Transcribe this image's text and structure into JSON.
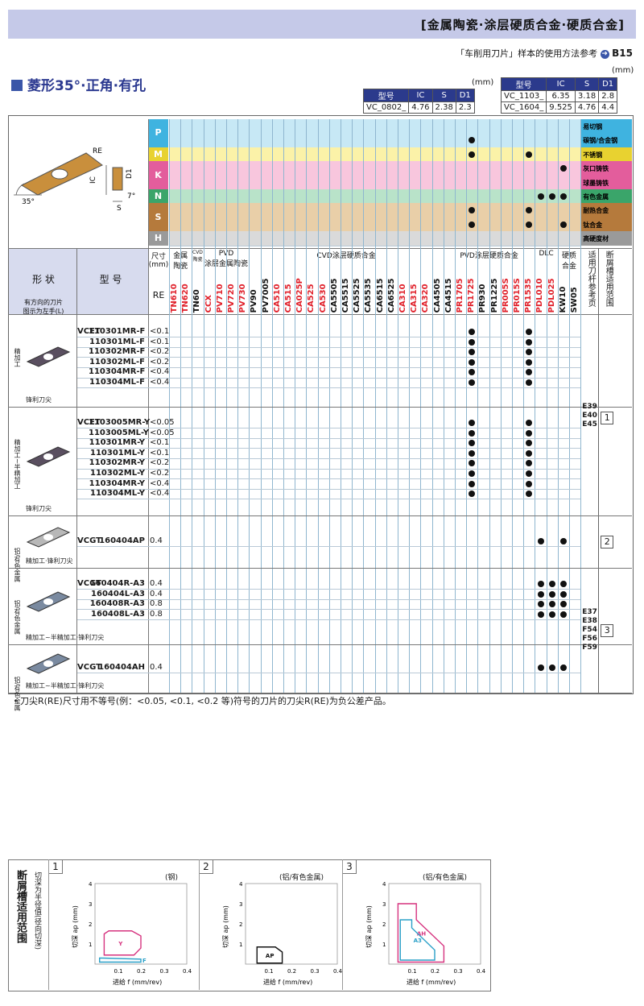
{
  "header": {
    "title": "[金属陶瓷·涂层硬质合金·硬质合金]",
    "ref_text": "「车削用刀片」样本的使用方法参考",
    "ref_page": "B15"
  },
  "section": {
    "title": "菱形35°·正角·有孔"
  },
  "dims": {
    "unit": "(mm)",
    "headers": [
      "型号",
      "IC",
      "S",
      "D1"
    ],
    "left": [
      [
        "VC_0802_",
        "4.76",
        "2.38",
        "2.3"
      ]
    ],
    "right": [
      [
        "VC_1103_",
        "6.35",
        "3.18",
        "2.8"
      ],
      [
        "VC_1604_",
        "9.525",
        "4.76",
        "4.4"
      ]
    ]
  },
  "diagram_labels": {
    "re": "RE",
    "ic": "IC",
    "d1": "D1",
    "s": "S",
    "angle": "35°",
    "clearance": "7°"
  },
  "workpieces": [
    {
      "letter": "P",
      "color": "#3fb3e0",
      "rows": [
        {
          "name": "易切钢",
          "bg": "#c7e8f5"
        },
        {
          "name": "碳钢/合金钢",
          "bg": "#c7e8f5"
        }
      ]
    },
    {
      "letter": "M",
      "color": "#e8d230",
      "rows": [
        {
          "name": "不锈钢",
          "bg": "#fbf2a8"
        }
      ]
    },
    {
      "letter": "K",
      "color": "#e35d9c",
      "rows": [
        {
          "name": "灰口铸铁",
          "bg": "#f8c6dd"
        },
        {
          "name": "球墨铸铁",
          "bg": "#f8c6dd"
        }
      ]
    },
    {
      "letter": "N",
      "color": "#3aa56a",
      "rows": [
        {
          "name": "有色金属",
          "bg": "#b9e3c9"
        }
      ]
    },
    {
      "letter": "S",
      "color": "#b57a3c",
      "rows": [
        {
          "name": "耐热合金",
          "bg": "#e9cfa8"
        },
        {
          "name": "钛合金",
          "bg": "#e9cfa8"
        }
      ]
    },
    {
      "letter": "H",
      "color": "#9a9a9a",
      "rows": [
        {
          "name": "高硬度材",
          "bg": "#dadada"
        }
      ]
    }
  ],
  "headers": {
    "shape": "形 状",
    "shape_sub": "有方向的刀片\n图示为左手(L)",
    "model": "型 号",
    "dim": "尺寸\n(mm)",
    "re": "RE",
    "groups": [
      {
        "label": "金属\n陶瓷",
        "span": 2
      },
      {
        "label": "CVD\n陶瓷",
        "span": 1
      },
      {
        "label": "PVD\n涂层金属陶瓷",
        "span": 4
      },
      {
        "label": "CVD涂层硬质合金",
        "span": 17
      },
      {
        "label": "PVD涂层硬质合金",
        "span": 8
      },
      {
        "label": "DLC",
        "span": 2
      },
      {
        "label": "硬质\n合金",
        "span": 2
      }
    ],
    "holder_ref": "适用刀杆参考页",
    "chipbreaker_range": "断屑槽适用范围"
  },
  "grades": [
    {
      "name": "TN610",
      "color": "#e0202a"
    },
    {
      "name": "TN620",
      "color": "#e0202a"
    },
    {
      "name": "TN60",
      "color": "#111111"
    },
    {
      "name": "CCX",
      "color": "#e0202a"
    },
    {
      "name": "PV710",
      "color": "#e0202a"
    },
    {
      "name": "PV720",
      "color": "#e0202a"
    },
    {
      "name": "PV730",
      "color": "#e0202a"
    },
    {
      "name": "PV90",
      "color": "#111111"
    },
    {
      "name": "PV7005",
      "color": "#111111"
    },
    {
      "name": "CA510",
      "color": "#e0202a"
    },
    {
      "name": "CA515",
      "color": "#e0202a"
    },
    {
      "name": "CA025P",
      "color": "#e0202a"
    },
    {
      "name": "CA525",
      "color": "#e0202a"
    },
    {
      "name": "CA530",
      "color": "#e0202a"
    },
    {
      "name": "CA5505",
      "color": "#111111"
    },
    {
      "name": "CA5515",
      "color": "#111111"
    },
    {
      "name": "CA5525",
      "color": "#111111"
    },
    {
      "name": "CA5535",
      "color": "#111111"
    },
    {
      "name": "CA6515",
      "color": "#111111"
    },
    {
      "name": "CA6525",
      "color": "#111111"
    },
    {
      "name": "CA310",
      "color": "#e0202a"
    },
    {
      "name": "CA315",
      "color": "#e0202a"
    },
    {
      "name": "CA320",
      "color": "#e0202a"
    },
    {
      "name": "CA4505",
      "color": "#111111"
    },
    {
      "name": "CA4515",
      "color": "#111111"
    },
    {
      "name": "PR1705",
      "color": "#e0202a"
    },
    {
      "name": "PR1725",
      "color": "#e0202a"
    },
    {
      "name": "PR930",
      "color": "#111111"
    },
    {
      "name": "PR1225",
      "color": "#111111"
    },
    {
      "name": "PR005S",
      "color": "#e0202a"
    },
    {
      "name": "PR015S",
      "color": "#e0202a"
    },
    {
      "name": "PR1535",
      "color": "#e0202a"
    },
    {
      "name": "PDL010",
      "color": "#e0202a"
    },
    {
      "name": "PDL025",
      "color": "#e0202a"
    },
    {
      "name": "KW10",
      "color": "#111111"
    },
    {
      "name": "SW05",
      "color": "#111111"
    }
  ],
  "groups_products": [
    {
      "category": "精加工",
      "caption": "锋利刀尖",
      "prefix": "VCET",
      "items": [
        {
          "model": "110301MR-F",
          "re": "<0.1"
        },
        {
          "model": "110301ML-F",
          "re": "<0.1"
        },
        {
          "model": "110302MR-F",
          "re": "<0.2"
        },
        {
          "model": "110302ML-F",
          "re": "<0.2"
        },
        {
          "model": "110304MR-F",
          "re": "<0.4"
        },
        {
          "model": "110304ML-F",
          "re": "<0.4"
        }
      ]
    },
    {
      "category": "精加工~半精加工",
      "caption": "锋利刀尖",
      "prefix": "VCET",
      "items": [
        {
          "model": "1103005MR-Y",
          "re": "<0.05"
        },
        {
          "model": "1103005ML-Y",
          "re": "<0.05"
        },
        {
          "model": "110301MR-Y",
          "re": "<0.1"
        },
        {
          "model": "110301ML-Y",
          "re": "<0.1"
        },
        {
          "model": "110302MR-Y",
          "re": "<0.2"
        },
        {
          "model": "110302ML-Y",
          "re": "<0.2"
        },
        {
          "model": "110304MR-Y",
          "re": "<0.4"
        },
        {
          "model": "110304ML-Y",
          "re": "<0.4"
        }
      ]
    },
    {
      "category": "铝/有色金属",
      "caption": "精加工·锋利刀尖",
      "prefix": "VCGT",
      "items": [
        {
          "model": "160404AP",
          "re": "0.4"
        }
      ]
    },
    {
      "category": "铝/有色金属",
      "caption": "精加工~半精加工·锋利刀尖",
      "prefix": "VCGT",
      "items": [
        {
          "model": "160404R-A3",
          "re": "0.4"
        },
        {
          "model": "160404L-A3",
          "re": "0.4"
        },
        {
          "model": "160408R-A3",
          "re": "0.8"
        },
        {
          "model": "160408L-A3",
          "re": "0.8"
        }
      ]
    },
    {
      "category": "铝/有色金属",
      "caption": "精加工~半精加工·锋利刀尖",
      "prefix": "VCGT",
      "items": [
        {
          "model": "160404AH",
          "re": "0.4"
        }
      ]
    }
  ],
  "holder_refs": [
    {
      "pages": [
        "E39",
        "E40",
        "E45"
      ],
      "box": "1"
    },
    {
      "pages": [],
      "box": "2"
    },
    {
      "pages": [
        "E37",
        "E38",
        "F54",
        "F56",
        "F59"
      ],
      "box": "3"
    }
  ],
  "footnote": "・刀尖R(RE)尺寸用不等号(例：<0.05, <0.1, <0.2 等)符号的刀片的刀尖R(RE)为负公差产品。",
  "chipbreaker": {
    "title": "断屑槽适用范围",
    "note": "切深为半径值(径向切深)",
    "ylabel": "切深 ap (mm)",
    "xlabel": "进给 f (mm/rev)",
    "charts": [
      {
        "num": "1",
        "material": "(钢)",
        "regions": [
          {
            "label": "Y",
            "color": "#d6337f"
          },
          {
            "label": "F",
            "color": "#2aa0c8"
          }
        ]
      },
      {
        "num": "2",
        "material": "(铝/有色金属)",
        "regions": [
          {
            "label": "AP",
            "color": "#111111"
          }
        ]
      },
      {
        "num": "3",
        "material": "(铝/有色金属)",
        "regions": [
          {
            "label": "AH",
            "color": "#d6337f"
          },
          {
            "label": "A3",
            "color": "#2aa0c8"
          }
        ]
      }
    ]
  },
  "chart_data": [
    {
      "type": "area",
      "title": "(钢)",
      "xlabel": "进给 f (mm/rev)",
      "ylabel": "切深 ap (mm)",
      "xlim": [
        0,
        0.4
      ],
      "ylim": [
        0,
        4
      ],
      "x_ticks": [
        0.1,
        0.2,
        0.3,
        0.4
      ],
      "y_ticks": [
        1,
        2,
        3,
        4
      ],
      "series": [
        {
          "name": "Y",
          "polygon": [
            [
              0.04,
              1.5
            ],
            [
              0.04,
              0.45
            ],
            [
              0.17,
              0.45
            ],
            [
              0.2,
              0.8
            ],
            [
              0.2,
              1.4
            ],
            [
              0.16,
              1.65
            ],
            [
              0.06,
              1.65
            ]
          ]
        },
        {
          "name": "F",
          "polygon": [
            [
              0.02,
              0.3
            ],
            [
              0.02,
              0.1
            ],
            [
              0.2,
              0.1
            ],
            [
              0.2,
              0.25
            ],
            [
              0.03,
              0.3
            ]
          ]
        }
      ]
    },
    {
      "type": "area",
      "title": "(铝/有色金属)",
      "xlabel": "进给 f (mm/rev)",
      "ylabel": "切深 ap (mm)",
      "xlim": [
        0,
        0.4
      ],
      "ylim": [
        0,
        4
      ],
      "x_ticks": [
        0.1,
        0.2,
        0.3,
        0.4
      ],
      "y_ticks": [
        1,
        2,
        3,
        4
      ],
      "series": [
        {
          "name": "AP",
          "polygon": [
            [
              0.05,
              0.05
            ],
            [
              0.05,
              0.85
            ],
            [
              0.13,
              0.85
            ],
            [
              0.16,
              0.6
            ],
            [
              0.16,
              0.05
            ]
          ]
        }
      ]
    },
    {
      "type": "area",
      "title": "(铝/有色金属)",
      "xlabel": "进给 f (mm/rev)",
      "ylabel": "切深 ap (mm)",
      "xlim": [
        0,
        0.4
      ],
      "ylim": [
        0,
        4
      ],
      "x_ticks": [
        0.1,
        0.2,
        0.3,
        0.4
      ],
      "y_ticks": [
        1,
        2,
        3,
        4
      ],
      "series": [
        {
          "name": "AH",
          "polygon": [
            [
              0.04,
              3.0
            ],
            [
              0.04,
              0.1
            ],
            [
              0.24,
              0.1
            ],
            [
              0.24,
              0.9
            ],
            [
              0.12,
              2.2
            ],
            [
              0.12,
              3.0
            ]
          ]
        },
        {
          "name": "A3",
          "polygon": [
            [
              0.05,
              2.2
            ],
            [
              0.05,
              0.2
            ],
            [
              0.2,
              0.2
            ],
            [
              0.2,
              0.7
            ],
            [
              0.1,
              1.8
            ],
            [
              0.1,
              2.2
            ]
          ]
        }
      ]
    }
  ],
  "availability": {
    "P": [
      [],
      [
        "PR1725"
      ]
    ],
    "M": [
      [
        "PR1725",
        "PR1535"
      ]
    ],
    "K": [
      [
        "KW10"
      ],
      []
    ],
    "N": [
      [
        "PDL010",
        "PDL025",
        "KW10"
      ]
    ],
    "S": [
      [
        "PR1725",
        "PR1535"
      ],
      [
        "PR1725",
        "PR1535",
        "KW10"
      ]
    ],
    "H": [
      []
    ],
    "products": [
      [
        "PR1725",
        "PR1535"
      ],
      [
        "PR1725",
        "PR1535"
      ],
      [
        "PDL010",
        "KW10"
      ],
      [
        "PDL010",
        "PDL025",
        "KW10"
      ],
      [
        "PDL010",
        "PDL025",
        "KW10"
      ]
    ]
  }
}
